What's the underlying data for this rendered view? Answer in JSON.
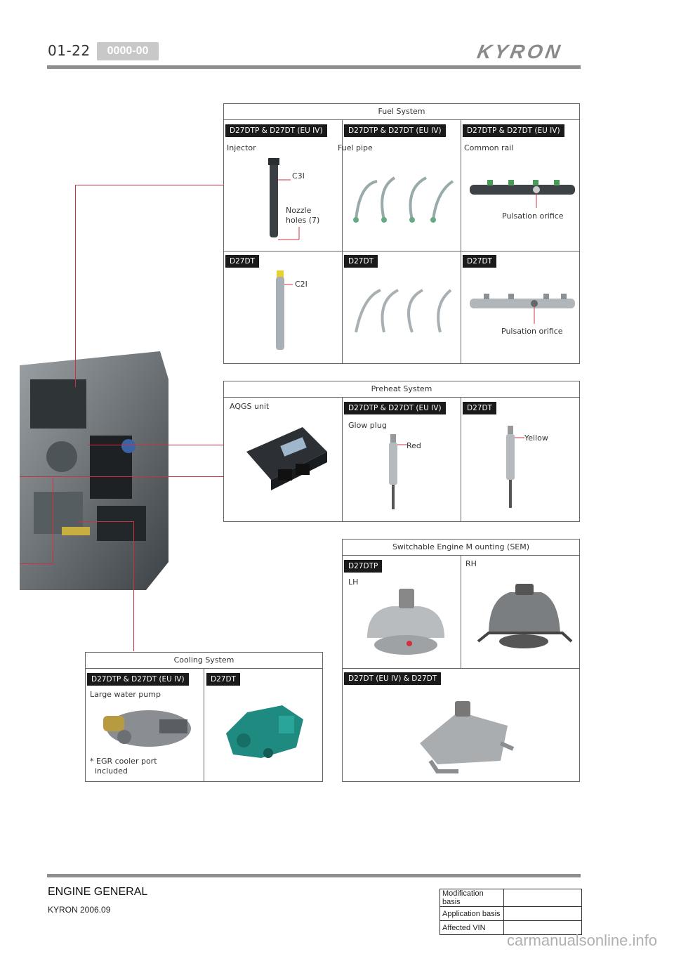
{
  "header": {
    "page_number": "01-22",
    "section_code": "0000-00",
    "brand_logo": "KYRON"
  },
  "fuel_system": {
    "title": "Fuel System",
    "row1_tags": [
      "D27DTP & D27DT (EU IV)",
      "D27DTP & D27DT (EU IV)",
      "D27DTP & D27DT (EU IV)"
    ],
    "injector_label": "Injector",
    "fuel_pipe_label": "Fuel pipe",
    "common_rail_label": "Common rail",
    "c3i_label": "C3I",
    "nozzle_label_line1": "Nozzle",
    "nozzle_label_line2": "holes (7)",
    "pulsation_label_1": "Pulsation orifice",
    "row2_tags": [
      "D27DT",
      "D27DT",
      "D27DT"
    ],
    "c2i_label": "C2I",
    "pulsation_label_2": "Pulsation orifice"
  },
  "preheat_system": {
    "title": "Preheat System",
    "aqgs_label": "AQGS unit",
    "tag_mid": "D27DTP & D27DT (EU IV)",
    "tag_right": "D27DT",
    "glow_plug_label": "Glow plug",
    "red_label": "Red",
    "yellow_label": "Yellow"
  },
  "sem": {
    "title": "Switchable Engine M   ounting (SEM)",
    "tag_d27dtp": "D27DTP",
    "lh_label": "LH",
    "rh_label": "RH",
    "tag_bottom": "D27DT (EU IV) & D27DT"
  },
  "cooling_system": {
    "title": "Cooling System",
    "tag_left": "D27DTP & D27DT (EU IV)",
    "tag_right": "D27DT",
    "pump_label": "Large water pump",
    "note_line1": "* EGR cooler port",
    "note_line2": "  included"
  },
  "footer": {
    "title": "ENGINE GENERAL",
    "subtitle": "KYRON 2006.09",
    "table": [
      {
        "label": "Modification basis",
        "value": ""
      },
      {
        "label": "Application basis",
        "value": ""
      },
      {
        "label": "Affected VIN",
        "value": ""
      }
    ],
    "watermark": "carmanualsonline.info"
  },
  "colors": {
    "leader_line": "#d03040",
    "tag_background": "#1a1a1a",
    "rule": "#8e8e8e"
  }
}
